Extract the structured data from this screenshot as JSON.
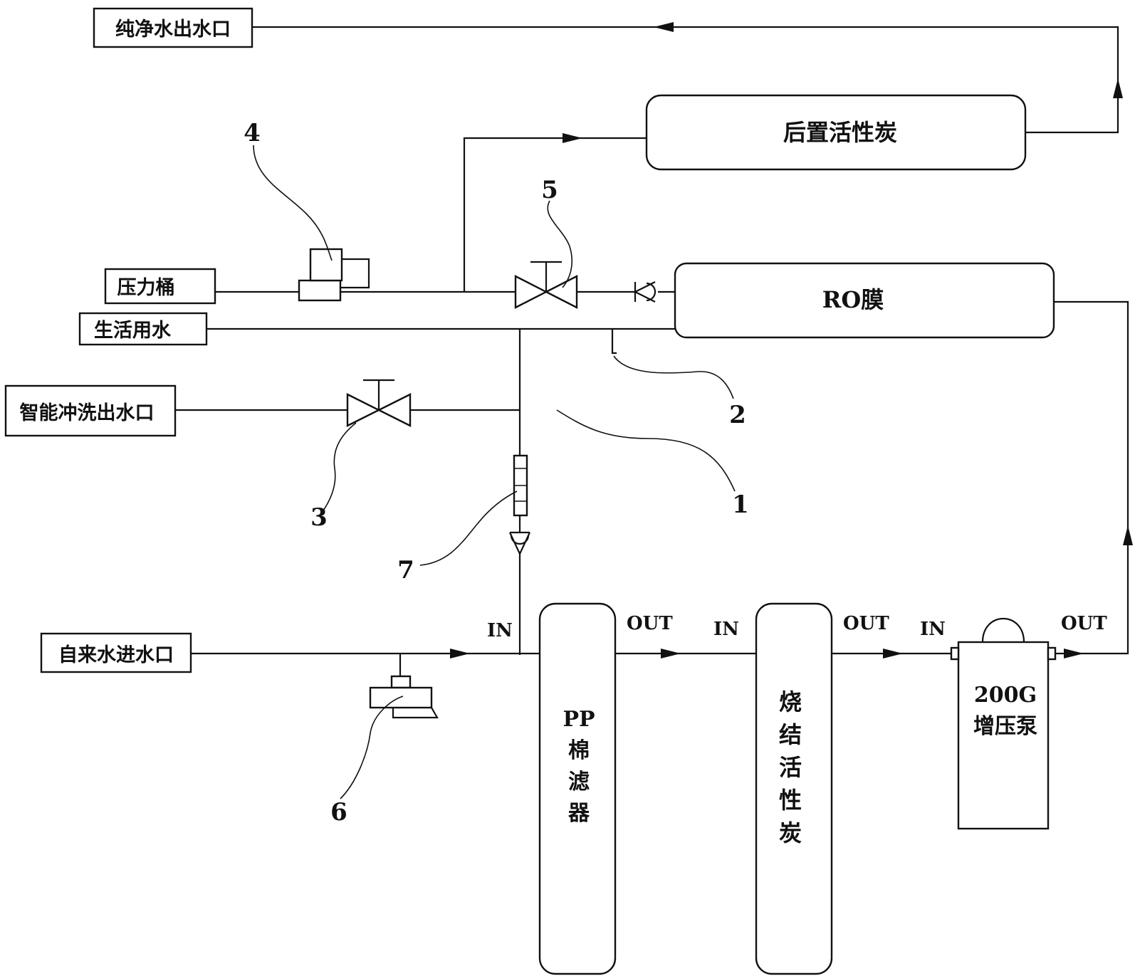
{
  "labels": {
    "pure_outlet": "纯净水出水口",
    "post_carbon": "后置活性炭",
    "pressure_tank": "压力桶",
    "domestic_water": "生活用水",
    "ro_membrane": "RO膜",
    "flush_outlet": "智能冲洗出水口",
    "tap_inlet": "自来水进水口",
    "pp_filter": [
      "PP",
      "棉",
      "滤",
      "器"
    ],
    "sintered_carbon": [
      "烧",
      "结",
      "活",
      "性",
      "炭"
    ],
    "pump_line1": "200G",
    "pump_line2": "增压泵"
  },
  "ports": {
    "pp_in": "IN",
    "pp_out": "OUT",
    "carbon_in": "IN",
    "carbon_out": "OUT",
    "pump_in": "IN",
    "pump_out": "OUT"
  },
  "callouts": [
    "1",
    "2",
    "3",
    "4",
    "5",
    "6",
    "7"
  ]
}
